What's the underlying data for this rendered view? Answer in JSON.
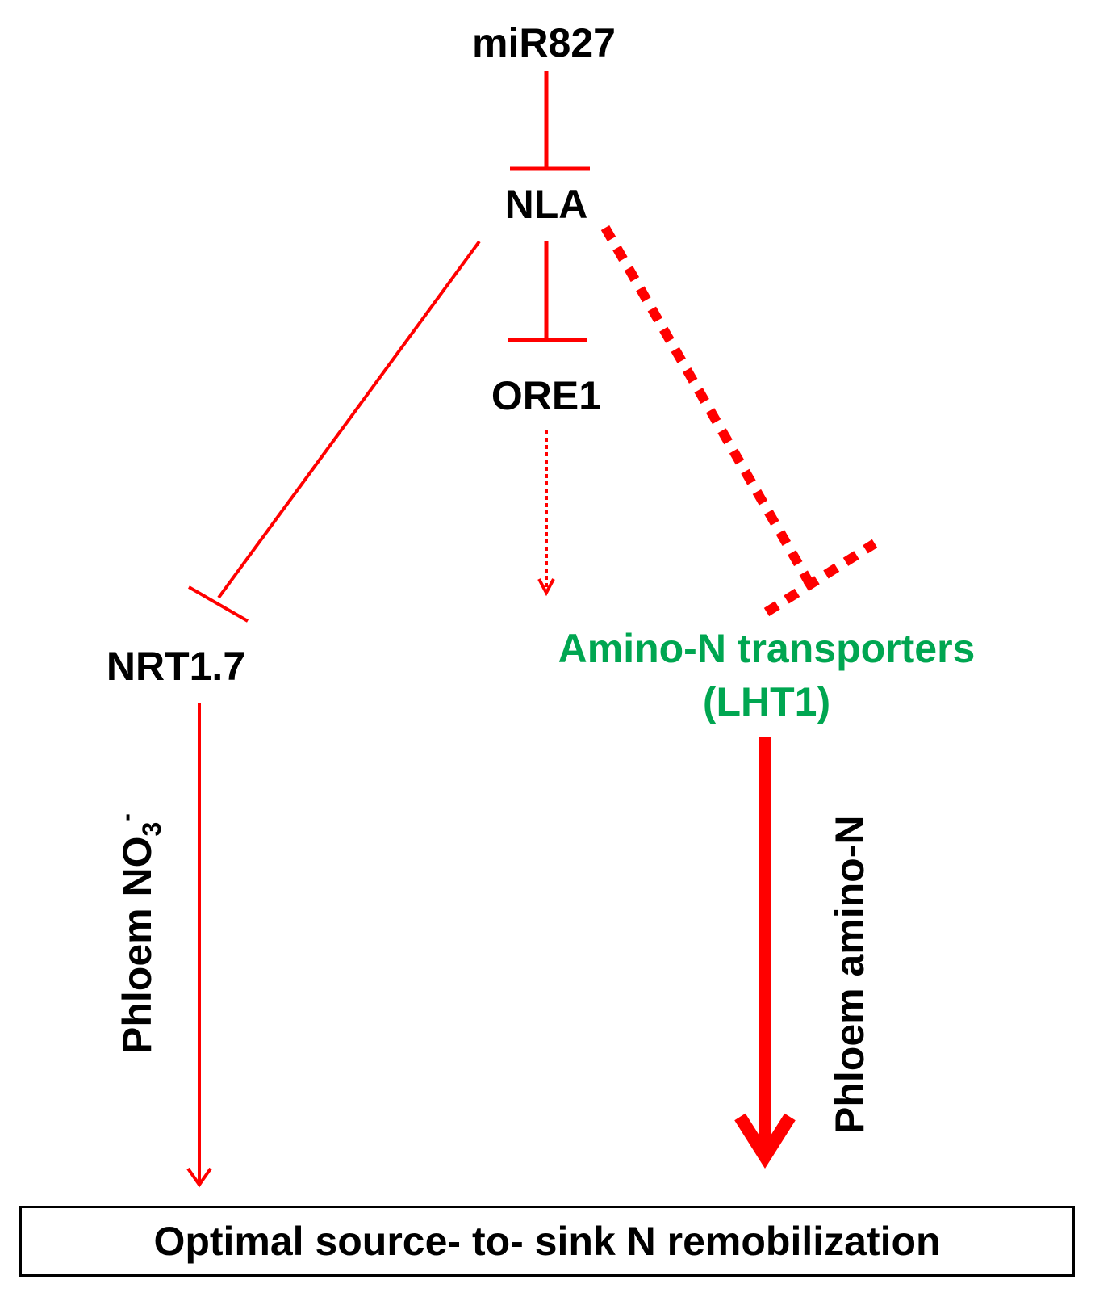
{
  "colors": {
    "inhibition": "#ff0000",
    "text": "#000000",
    "transporter_text": "#00a651",
    "box_border": "#000000"
  },
  "nodes": {
    "mir827": "miR827",
    "nla": "NLA",
    "ore1": "ORE1",
    "nrt17": "NRT1.7",
    "amino_transporters_line1": "Amino-N transporters",
    "amino_transporters_line2": "(LHT1)"
  },
  "flows": {
    "phloem_nitrate_prefix": "Phloem NO",
    "phloem_nitrate_subscript": "3",
    "phloem_nitrate_superscript": "-",
    "phloem_amino": "Phloem amino-N"
  },
  "outcome": {
    "label": "Optimal source- to- sink N remobilization"
  }
}
